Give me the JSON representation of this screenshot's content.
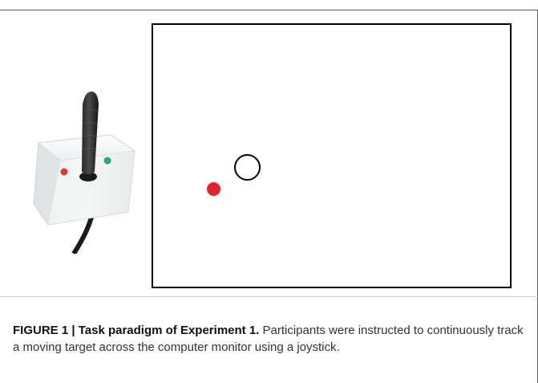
{
  "figure": {
    "label": "FIGURE 1 | Task paradigm of Experiment 1.",
    "text": " Participants were instructed to continuously track a moving target across the computer monitor using a joystick."
  },
  "colors": {
    "cursor": "#e2242a",
    "target": "#000000",
    "frame": "#000000",
    "joystick_led_left": "#d93a36",
    "joystick_led_right": "#1fae6f"
  },
  "icons": {
    "joystick": "joystick-photo-illustration",
    "cursor": "red-dot",
    "target": "circle-outline"
  }
}
